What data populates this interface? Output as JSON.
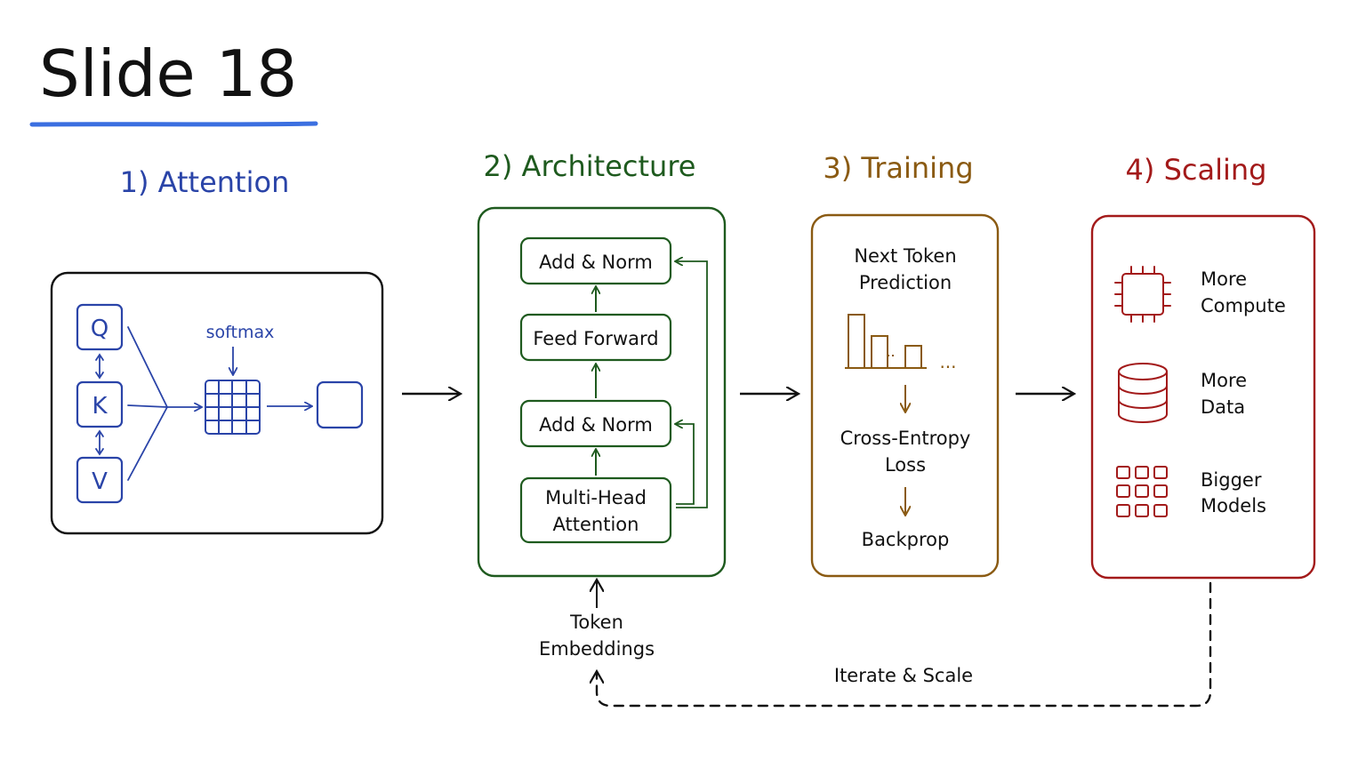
{
  "slide": {
    "title": "Slide 18"
  },
  "colors": {
    "ink": "#111111",
    "underline": "#3b6fe0",
    "attention": "#2a44a8",
    "architecture": "#1e5a1e",
    "training": "#8a5a12",
    "scaling": "#a31a1a"
  },
  "sections": {
    "attention": {
      "heading": "1) Attention",
      "q": "Q",
      "k": "K",
      "v": "V",
      "softmax": "softmax"
    },
    "architecture": {
      "heading": "2) Architecture",
      "add_norm_top": "Add & Norm",
      "feed_forward": "Feed Forward",
      "add_norm_bottom": "Add & Norm",
      "mha_line1": "Multi-Head",
      "mha_line2": "Attention",
      "input_line1": "Token",
      "input_line2": "Embeddings"
    },
    "training": {
      "heading": "3) Training",
      "next_line1": "Next Token",
      "next_line2": "Prediction",
      "ellipsis": "...",
      "loss_line1": "Cross-Entropy",
      "loss_line2": "Loss",
      "backprop": "Backprop"
    },
    "scaling": {
      "heading": "4) Scaling",
      "compute_line1": "More",
      "compute_line2": "Compute",
      "data_line1": "More",
      "data_line2": "Data",
      "models_line1": "Bigger",
      "models_line2": "Models",
      "icons": [
        "chip-icon",
        "database-icon",
        "grid-icon"
      ]
    }
  },
  "loop": {
    "label": "Iterate & Scale"
  }
}
